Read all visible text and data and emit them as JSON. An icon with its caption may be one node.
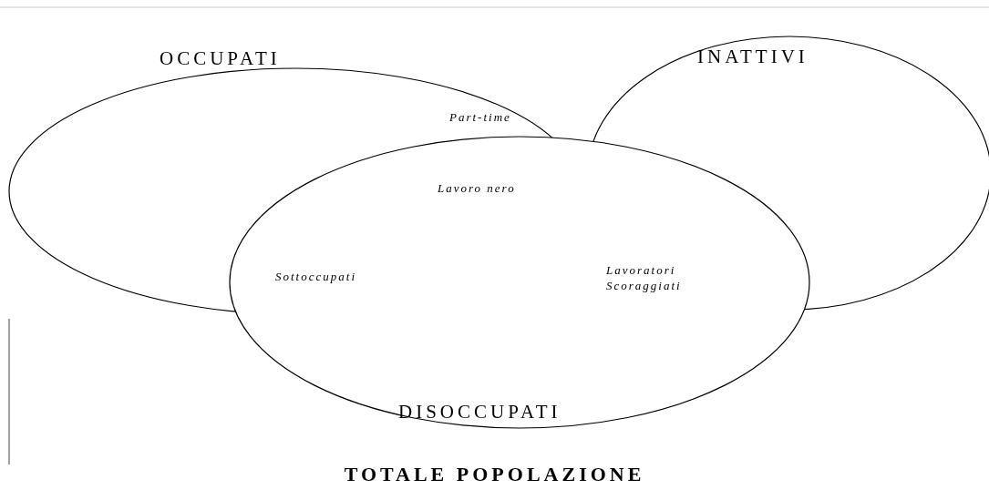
{
  "diagram": {
    "caption": "TOTALE POPOLAZIONE",
    "nodes": [
      {
        "text": [
          "OCCUPATI"
        ]
      },
      {
        "text": [
          "INATTIVI"
        ]
      },
      {
        "text": [
          "DISOCCUPATI"
        ]
      }
    ],
    "labels": [
      "Part-time",
      "Lavoro nero",
      "Sottoccupati",
      "Lavoratori Scoraggiati"
    ]
  }
}
